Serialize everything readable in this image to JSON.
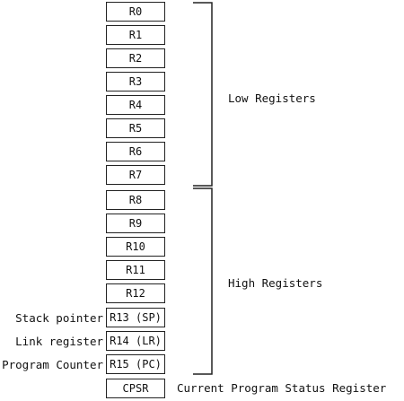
{
  "registers": [
    {
      "label": "R0"
    },
    {
      "label": "R1"
    },
    {
      "label": "R2"
    },
    {
      "label": "R3"
    },
    {
      "label": "R4"
    },
    {
      "label": "R5"
    },
    {
      "label": "R6"
    },
    {
      "label": "R7"
    },
    {
      "label": "R8"
    },
    {
      "label": "R9"
    },
    {
      "label": "R10"
    },
    {
      "label": "R11"
    },
    {
      "label": "R12"
    },
    {
      "label": "R13 (SP)"
    },
    {
      "label": "R14 (LR)"
    },
    {
      "label": "R15 (PC)"
    },
    {
      "label": "CPSR"
    }
  ],
  "side_labels": {
    "r13": "Stack pointer",
    "r14": "Link register",
    "r15": "Program Counter"
  },
  "groups": {
    "low": "Low Registers",
    "high": "High Registers"
  },
  "cpsr_description": "Current Program Status Register"
}
